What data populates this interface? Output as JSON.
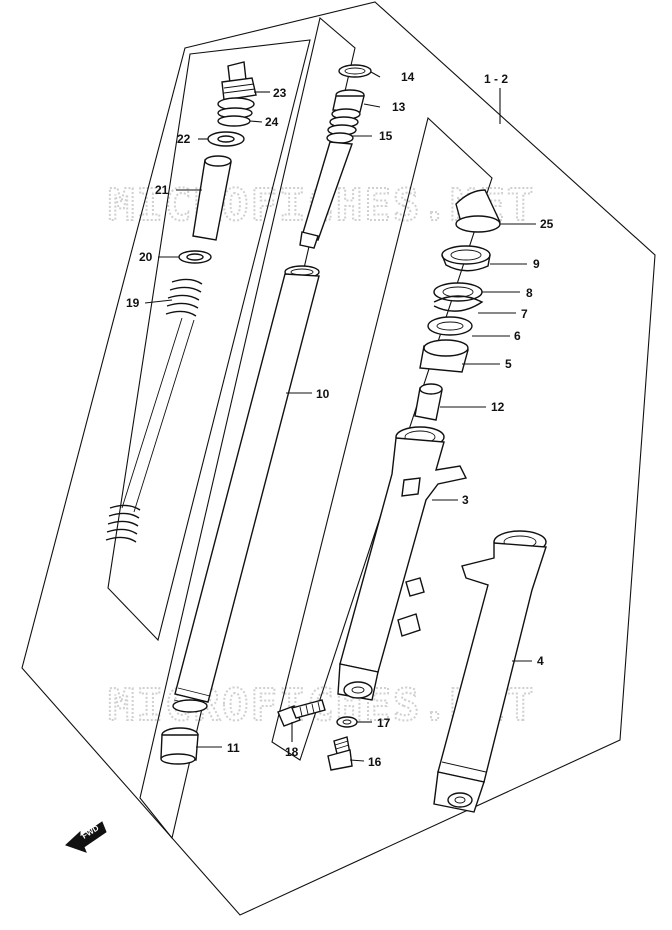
{
  "watermark": {
    "text": "MICROFICHES.NET"
  },
  "assembly_label": "1 - 2",
  "fwd_label": "FWD",
  "callouts": {
    "p3": "3",
    "p4": "4",
    "p5": "5",
    "p6": "6",
    "p7": "7",
    "p8": "8",
    "p9": "9",
    "p10": "10",
    "p11": "11",
    "p12": "12",
    "p13": "13",
    "p14": "14",
    "p15": "15",
    "p16": "16",
    "p17": "17",
    "p18": "18",
    "p19": "19",
    "p20": "20",
    "p21": "21",
    "p22": "22",
    "p23": "23",
    "p24": "24",
    "p25": "25"
  }
}
